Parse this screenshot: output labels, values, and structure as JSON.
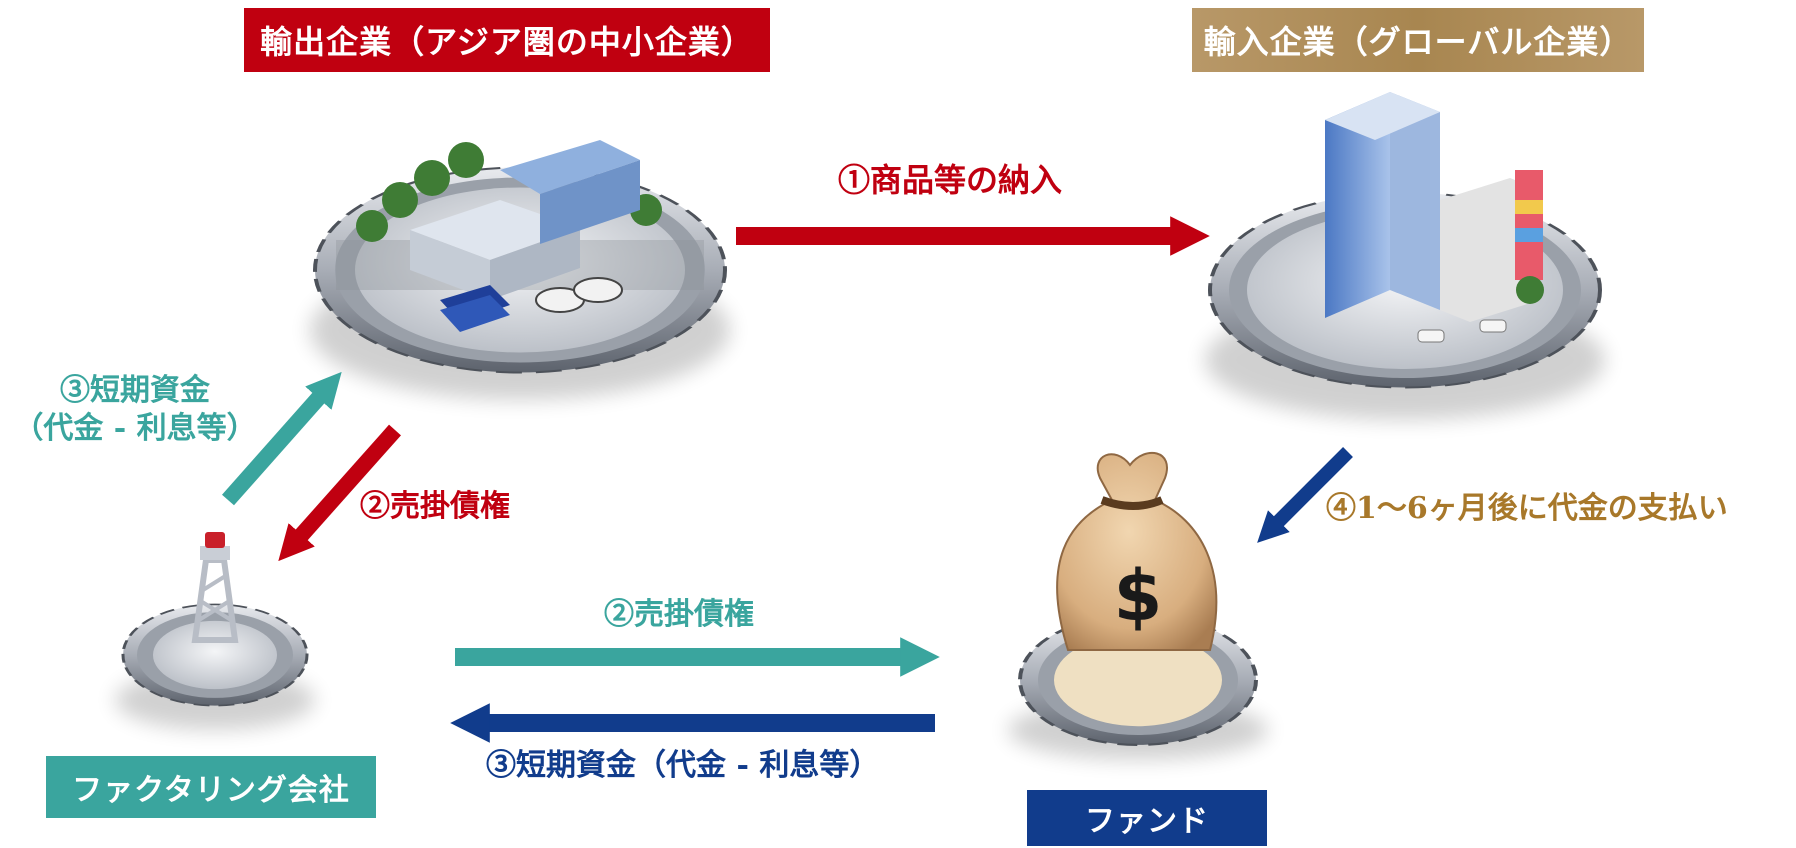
{
  "nodes": {
    "exporter": "輸出企業（アジア圏の中小企業）",
    "importer": "輸入企業（グローバル企業）",
    "factoring": "ファクタリング会社",
    "fund": "ファンド"
  },
  "arrows": {
    "goods": "①商品等の納入",
    "receivable_to_factoring": "②売掛債権",
    "short_term_funds_line1": "③短期資金",
    "short_term_funds_line2": "（代金 - 利息等）",
    "receivable_to_fund": "②売掛債権",
    "short_term_funds_from_fund": "③短期資金（代金 - 利息等）",
    "payment": "④1〜6ヶ月後に代金の支払い"
  },
  "colors": {
    "red": "#c00010",
    "teal": "#3aa59e",
    "navy": "#113c8c",
    "gold": "#b08d57",
    "payment_text": "#a8782a"
  }
}
